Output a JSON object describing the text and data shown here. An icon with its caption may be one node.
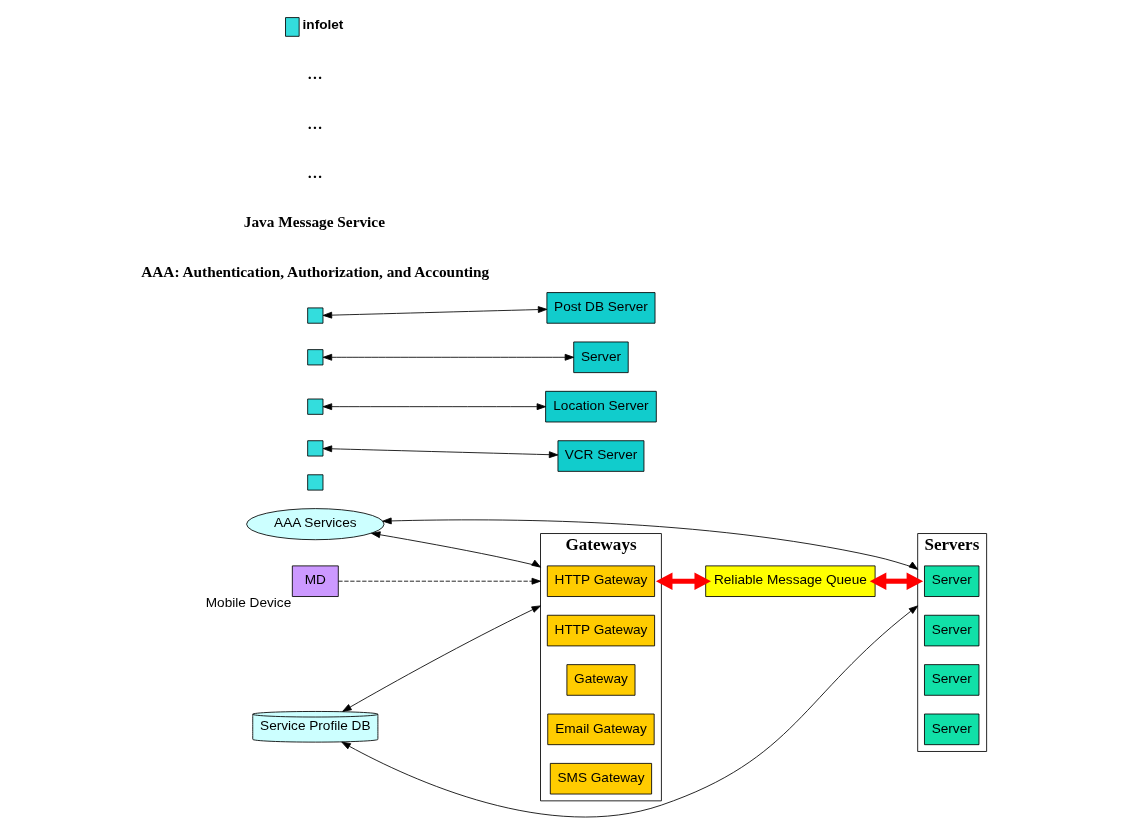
{
  "diagram": {
    "nodes": [
      {
        "text": [
          "AAA Services"
        ]
      },
      {
        "text": [
          "Gateways"
        ]
      },
      {
        "text": [
          "HTTP Gateway"
        ],
        "in": 1
      },
      {
        "text": [
          "HTTP Gateway"
        ],
        "in": 1
      },
      {
        "text": [
          "Gateway"
        ],
        "in": 1
      },
      {
        "text": [
          "Email Gateway"
        ],
        "in": 1
      },
      {
        "text": [
          "SMS Gateway"
        ],
        "in": 1
      },
      {
        "text": [
          "Reliable Message Queue"
        ]
      },
      {
        "text": [
          "Servers"
        ]
      },
      {
        "text": [
          "Server"
        ],
        "in": 8
      },
      {
        "text": [
          "Server"
        ],
        "in": 8
      },
      {
        "text": [
          "Server"
        ],
        "in": 8
      },
      {
        "text": [
          "Server"
        ],
        "in": 8
      },
      {
        "text": [
          "Post DB Server"
        ]
      },
      {
        "text": [
          "Server"
        ]
      },
      {
        "text": [
          "Location Server"
        ]
      },
      {
        "text": [
          "VCR Server"
        ]
      },
      {
        "text": [],
        "shape": "box"
      },
      {
        "text": [],
        "shape": "box"
      },
      {
        "text": [],
        "shape": "box"
      },
      {
        "text": [],
        "shape": "box"
      },
      {
        "text": [],
        "shape": "box"
      },
      {
        "text": [
          "MD"
        ],
        "beside": [
          "Mobile Device"
        ]
      },
      {
        "text": [
          "Service Profile DB"
        ]
      }
    ],
    "edges": [
      {
        "from": 0,
        "to": 1,
        "arrow": "both"
      },
      {
        "from": 0,
        "to": 8,
        "arrow": "both"
      },
      {
        "from": 1,
        "to": 7,
        "arrow": "both",
        "style": "thick",
        "color": "#ff0000"
      },
      {
        "from": 7,
        "to": 8,
        "arrow": "both",
        "style": "thick",
        "color": "#ff0000"
      },
      {
        "from": 22,
        "to": 1,
        "arrow": "to",
        "style": "dashed"
      },
      {
        "from": 23,
        "to": 1,
        "arrow": "both"
      },
      {
        "from": 23,
        "to": 8,
        "arrow": "both"
      },
      {
        "from": 17,
        "to": 13,
        "arrow": "both"
      },
      {
        "from": 18,
        "to": 14,
        "arrow": "both"
      },
      {
        "from": 19,
        "to": 15,
        "arrow": "both"
      },
      {
        "from": 20,
        "to": 16,
        "arrow": "both"
      }
    ],
    "labels": [
      "AAA: Authentication, Authorization, and Accounting",
      "Java Message Service",
      "…",
      "…",
      "…"
    ],
    "legend": [
      {
        "text": "infolet",
        "color": "#33dddd"
      }
    ]
  }
}
